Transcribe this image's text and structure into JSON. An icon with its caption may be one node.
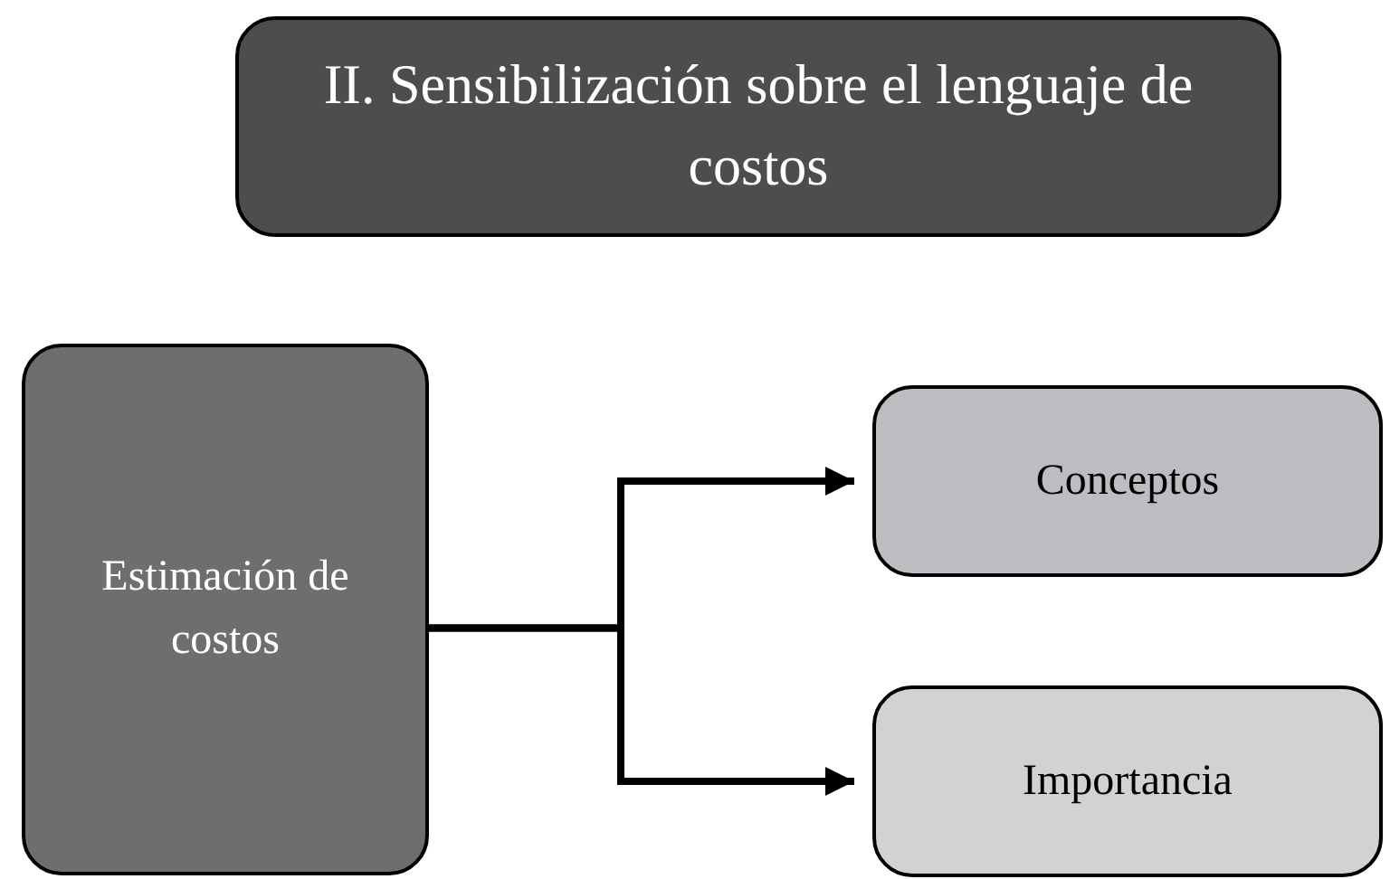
{
  "diagram": {
    "nodes": [
      {
        "text": [
          "II. Sensibilización sobre el lenguaje de costos"
        ]
      },
      {
        "text": [
          "Estimación de costos"
        ]
      },
      {
        "text": [
          "Conceptos"
        ]
      },
      {
        "text": [
          "Importancia"
        ]
      }
    ],
    "edges": [
      {
        "from": 1,
        "to": 2,
        "arrow": "to"
      },
      {
        "from": 1,
        "to": 3,
        "arrow": "to"
      }
    ]
  }
}
